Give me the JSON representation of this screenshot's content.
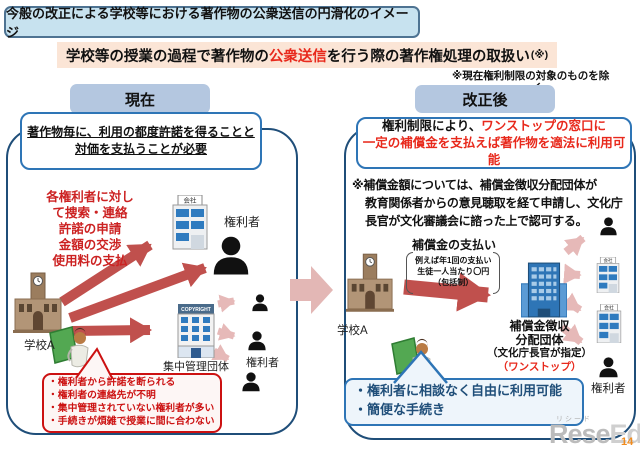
{
  "page": {
    "title": "今般の改正による学校等における著作物の公衆送信の円滑化のイメージ",
    "page_number": "14"
  },
  "banner": {
    "pre": "学校等の授業の過程で著作物の",
    "highlight": "公衆送信",
    "post": "を行う際の著作権処理の取扱い",
    "suffix": "(※)"
  },
  "note": {
    "line1": "※現在権利制限の対象のものを除",
    "line2": "く。"
  },
  "left_panel": {
    "tab": "現在",
    "summary_line1": "著作物毎に、利用の都度許諾を得ることと",
    "summary_line2": "対価を支払うことが必要",
    "red_list": [
      "各権利者に対し",
      "て捜索・連絡",
      "許諾の申請",
      "金額の交渉",
      "使用料の支払"
    ],
    "labels": {
      "school": "学校A",
      "rights_holder_top": "権利者",
      "central_org": "集中管理団体",
      "rights_holder_bottom": "権利者",
      "company_sign": "会社",
      "copyright_sign": "COPYRIGHT"
    },
    "bubble": [
      "・権利者から許諾を断られる",
      "・権利者の連絡先が不明",
      "・集中管理されていない権利者が多い",
      "・手続きが煩雑で授業に間に合わない"
    ]
  },
  "right_panel": {
    "tab": "改正後",
    "summary_line1_black": "権利制限により、",
    "summary_line1_red": "ワンストップの窓口に",
    "summary_line2_red": "一定の補償金を支払えば著作物を適法に利用可能",
    "approval_note": [
      "※補償金額については、補償金徴収分配団体が",
      "教育関係者からの意見聴取を経て申請し、文化庁",
      "長官が文化審議会に諮った上で認可する。"
    ],
    "payment_title": "補償金の支払い",
    "payment_detail": [
      "例えば年1回の支払い",
      "生徒一人当たり〇円",
      "（包括制）"
    ],
    "labels": {
      "school": "学校A",
      "org_line1": "補償金徴収",
      "org_line2": "分配団体",
      "org_line3": "（文化庁長官が指定）",
      "org_line4": "（ワンストップ）",
      "rights_holder": "権利者",
      "company_sign": "会社"
    },
    "bubble": [
      "・権利者に相談なく自由に利用可能",
      "・簡便な手続き"
    ]
  },
  "watermark": {
    "kana": "リシード",
    "logo_part1": "Rese",
    "logo_part2": "Ed",
    "badge": "14"
  },
  "colors": {
    "title_box_bg": "#c7e2ef",
    "title_box_border": "#4e7392",
    "banner_bg": "#fbe5d6",
    "emphasis_red": "#e8291c",
    "tab_bg": "#b4c7e0",
    "panel_border": "#1f4e79",
    "inner_box_border": "#2e75b6",
    "dark_red_arrow": "#c0504d",
    "pink_arrow": "#e6b9b8",
    "warn_bubble_border": "#cc1111",
    "ok_bubble_border": "#2e75b6",
    "ok_text": "#1f4e79",
    "watermark_gray": "#bcbcbc",
    "badge_orange": "#ef8b1f"
  }
}
